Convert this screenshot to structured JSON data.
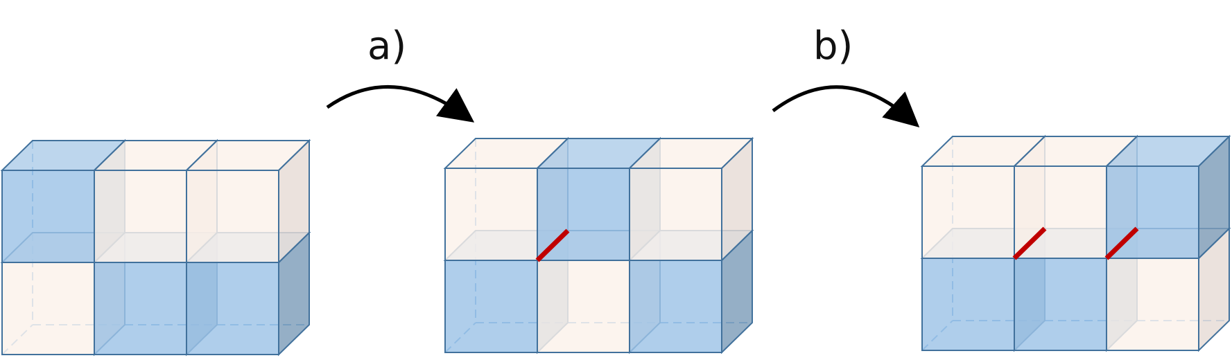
{
  "labels": {
    "a": "a)",
    "b": "b)"
  },
  "colors": {
    "blue_front": "#9dc3e6",
    "blue_top": "#aecde9",
    "blue_side": "#7e9db9",
    "cream_front": "#fbf1ea",
    "cream_top": "#fbf1ea",
    "cream_side": "#e6dcd5",
    "stroke": "#41719c",
    "hidden_line": "#5b9bd5",
    "cut_edge": "#c00000",
    "arrow": "#000000"
  },
  "configurations": [
    {
      "name": "initial",
      "top_row": [
        "blue",
        "cream",
        "cream"
      ],
      "bottom_row": [
        "cream",
        "blue",
        "blue"
      ],
      "highlighted_edges": []
    },
    {
      "name": "after-a",
      "top_row": [
        "cream",
        "blue",
        "cream"
      ],
      "bottom_row": [
        "blue",
        "cream",
        "blue"
      ],
      "highlighted_edges": [
        1
      ]
    },
    {
      "name": "after-b",
      "top_row": [
        "cream",
        "cream",
        "blue"
      ],
      "bottom_row": [
        "blue",
        "blue",
        "cream"
      ],
      "highlighted_edges": [
        1,
        2
      ]
    }
  ]
}
